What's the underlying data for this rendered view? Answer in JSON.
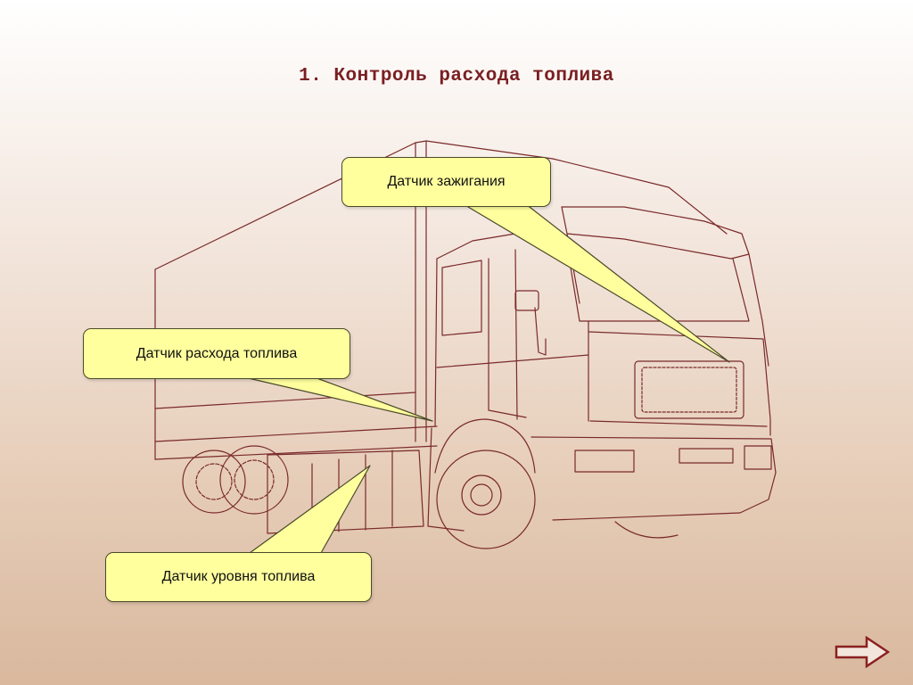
{
  "slide": {
    "title": "1. Контроль расхода топлива"
  },
  "callouts": {
    "ignition": "Датчик зажигания",
    "fuel_consumption": "Датчик расхода топлива",
    "fuel_level": "Датчик уровня топлива"
  },
  "navigation": {
    "next_icon": "arrow-right-icon"
  },
  "colors": {
    "outline": "#7a2a2a",
    "callout_fill": "#ffff9e",
    "title": "#7a1f22"
  }
}
